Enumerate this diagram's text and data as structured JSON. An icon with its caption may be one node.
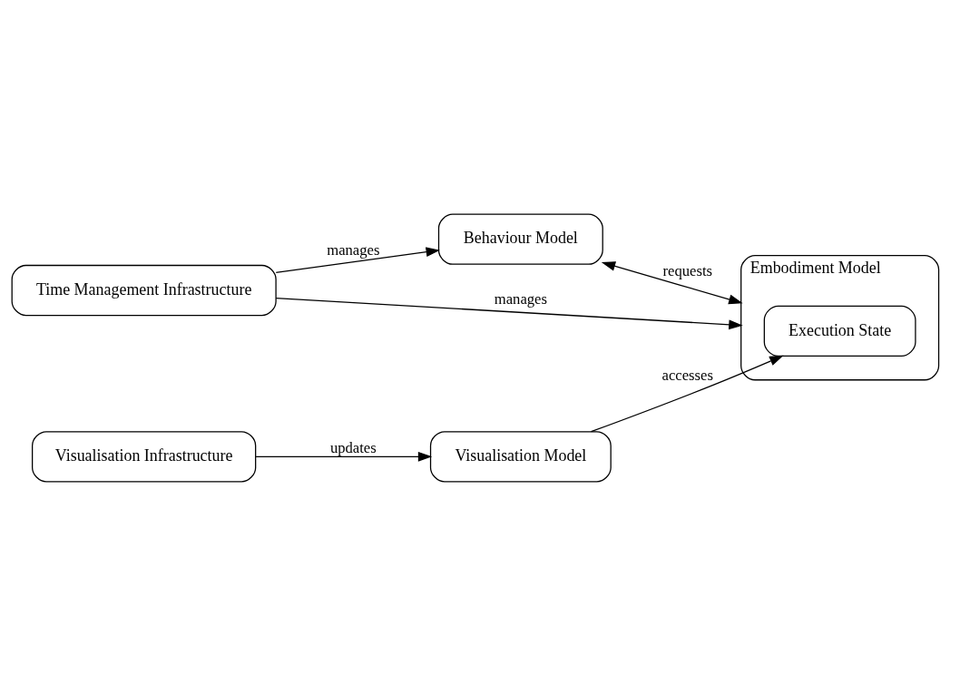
{
  "diagram": {
    "nodes": [
      {
        "text": [
          "Time Management Infrastructure"
        ]
      },
      {
        "text": [
          "Behaviour Model"
        ]
      },
      {
        "text": [
          "Embodiment Model"
        ]
      },
      {
        "text": [
          "Execution State"
        ],
        "in": 2
      },
      {
        "text": [
          "Visualisation Infrastructure"
        ]
      },
      {
        "text": [
          "Visualisation Model"
        ]
      }
    ],
    "edges": [
      {
        "from": 0,
        "to": 1,
        "arrow": "to",
        "label": "manages"
      },
      {
        "from": 1,
        "to": 2,
        "arrow": "both",
        "label": "requests"
      },
      {
        "from": 0,
        "to": 2,
        "arrow": "to",
        "label": "manages"
      },
      {
        "from": 5,
        "to": 3,
        "arrow": "to",
        "label": "accesses"
      },
      {
        "from": 4,
        "to": 5,
        "arrow": "to",
        "label": "updates"
      }
    ]
  }
}
